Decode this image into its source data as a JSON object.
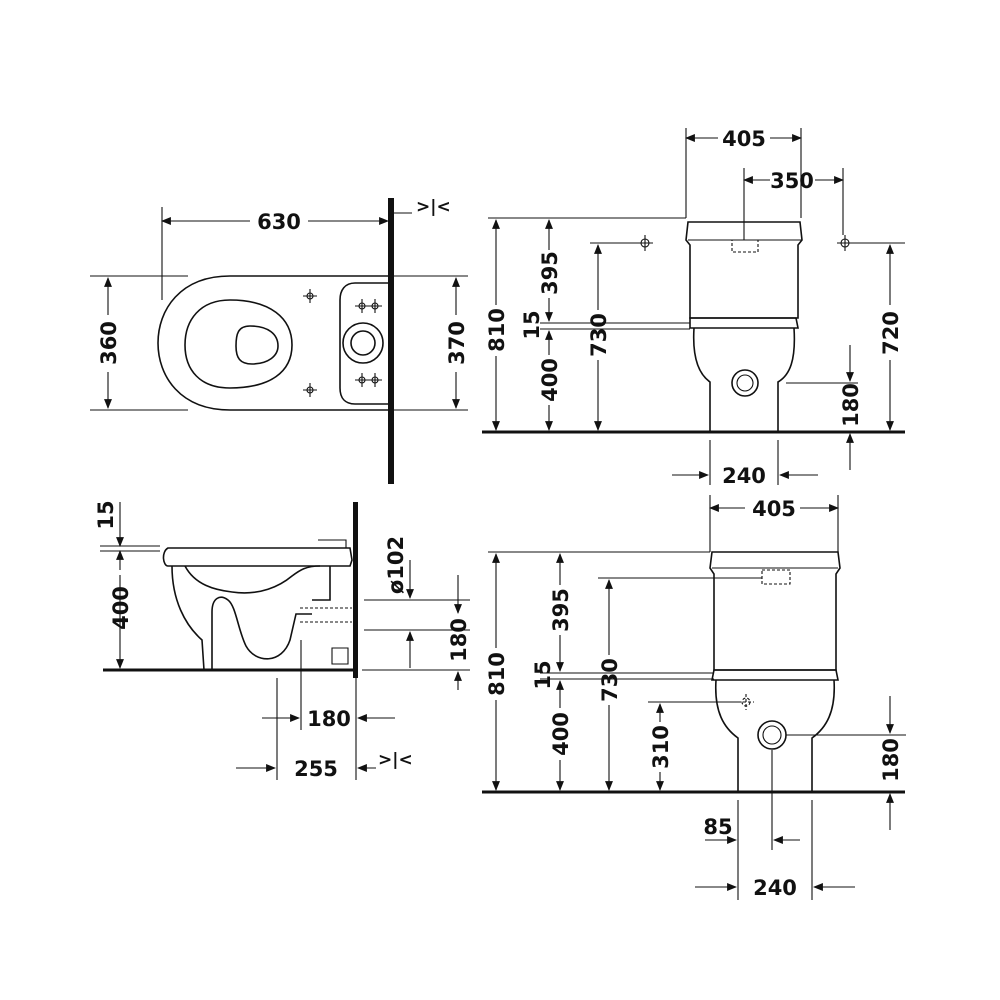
{
  "top_view": {
    "length": "630",
    "width": "360",
    "depth": "370",
    "wall_symbol": ">|<"
  },
  "side_view": {
    "rim_offset": "15",
    "rim_height": "400",
    "outlet_diameter": "ø102",
    "outlet_height": "180",
    "outlet_setback": "180",
    "fixing_setback": "255",
    "wall_symbol": ">|<"
  },
  "front_view_1": {
    "tank_width": "405",
    "fixing_spacing": "350",
    "total_height": "810",
    "tank_height": "395",
    "gap": "15",
    "bowl_height": "400",
    "inlet_height": "730",
    "fixing_height": "720",
    "outlet_height": "180",
    "base_width": "240"
  },
  "front_view_2": {
    "tank_width": "405",
    "total_height": "810",
    "tank_height": "395",
    "gap": "15",
    "bowl_height": "400",
    "inlet_height": "730",
    "side_inlet_height": "310",
    "outlet_height": "180",
    "offset": "85",
    "base_width": "240"
  }
}
